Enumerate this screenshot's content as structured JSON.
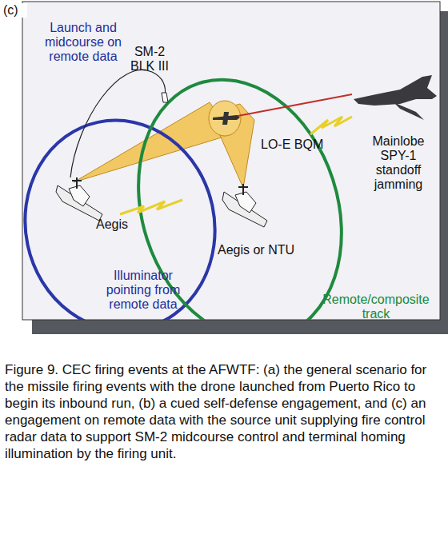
{
  "diagram": {
    "caption": "Figure 9. CEC firing events at the AFWTF: (a) the general scenario for the missile firing events with the drone launched from Puerto Rico to begin its inbound run, (b) a cued self-defense engagement, and (c) an engagement on remote data with the source unit supplying fire control radar data to support SM-2 midcourse control and terminal homing illumination by the firing unit.",
    "labels": [
      "(c)",
      "Launch and midcourse on remote data",
      "SM-2 BLK III",
      "LO-E BQM",
      "Mainlobe SPY-1 standoff jamming",
      "Aegis",
      "Aegis or NTU",
      "Illuminator pointing from remote data",
      "Remote/composite track"
    ]
  }
}
